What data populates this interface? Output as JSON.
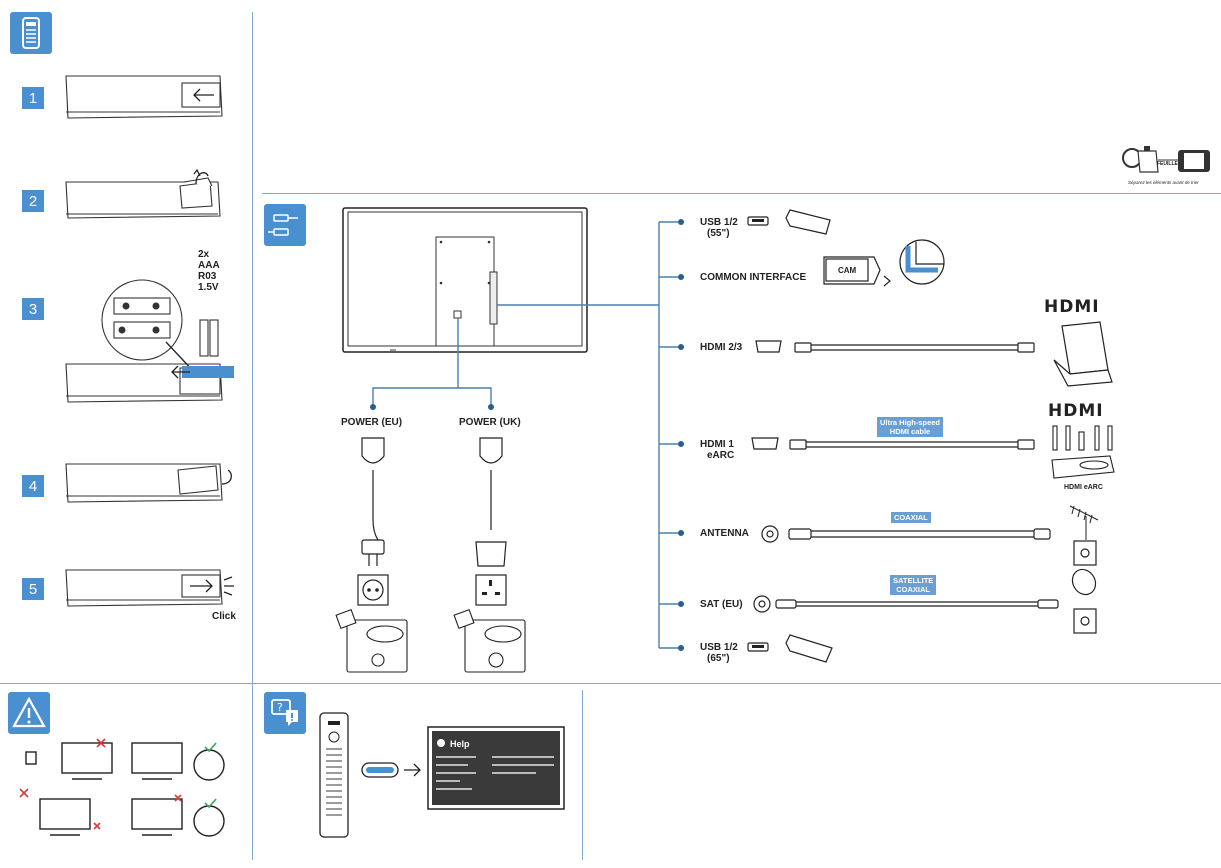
{
  "remote_steps": {
    "icon": "remote-control-icon",
    "steps": [
      "1",
      "2",
      "3",
      "4",
      "5"
    ],
    "battery_lines": [
      "2x",
      "AAA",
      "R03",
      "1.5V"
    ],
    "click_label": "Click"
  },
  "recycle": {
    "brand": "FEUILLE",
    "note": "Séparez les éléments avant de trier"
  },
  "connections": {
    "icon": "cable-connection-icon",
    "power_eu": "POWER (EU)",
    "power_uk": "POWER (UK)",
    "ports": {
      "usb_top": [
        "USB 1/2",
        "(55\")"
      ],
      "common_interface": "COMMON INTERFACE",
      "cam_label": "CAM",
      "hdmi23": "HDMI 2/3",
      "hdmi1": [
        "HDMI 1",
        "eARC"
      ],
      "antenna": "ANTENNA",
      "sat": "SAT (EU)",
      "usb_bottom": [
        "USB 1/2",
        "(65\")"
      ]
    },
    "hdmi_logo": "HDMI",
    "uhs_tag": [
      "Ultra High-speed",
      "HDMI cable"
    ],
    "hdmi_earc_caption": "HDMI eARC",
    "coaxial_tag": "COAXIAL",
    "satellite_tag": [
      "SATELLITE",
      "COAXIAL"
    ]
  },
  "warning": {
    "icon": "warning-triangle-icon"
  },
  "help": {
    "icon": "help-speech-bubble-icon",
    "screen_title": "Help"
  },
  "colors": {
    "accent": "#4a8fcf",
    "line": "#4a7fb0",
    "tag": "#6a9fd4"
  }
}
